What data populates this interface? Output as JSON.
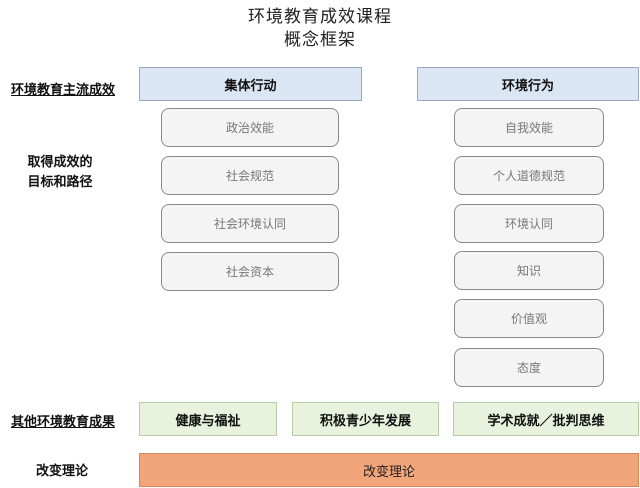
{
  "title": {
    "line1": "环境教育成效课程",
    "line2": "概念框架"
  },
  "row_labels": {
    "mainstream": "环境教育主流成效",
    "paths_line1": "取得成效的",
    "paths_line2": "目标和路径",
    "other": "其他环境教育成果",
    "theory": "改变理论"
  },
  "columns": {
    "collective": {
      "header": "集体行动",
      "items": [
        "政治效能",
        "社会规范",
        "社会环境认同",
        "社会资本"
      ]
    },
    "behavior": {
      "header": "环境行为",
      "items": [
        "自我效能",
        "个人道德规范",
        "环境认同",
        "知识",
        "价值观",
        "态度"
      ]
    }
  },
  "other_outcomes": [
    "健康与福祉",
    "积极青少年发展",
    "学术成就／批判思维"
  ],
  "theory_bar": "改变理论",
  "colors": {
    "header_fill": "#dbe6f4",
    "outcome_fill": "#e8f2dc",
    "theory_fill": "#f2a47a",
    "item_fill": "#f4f4f4"
  }
}
